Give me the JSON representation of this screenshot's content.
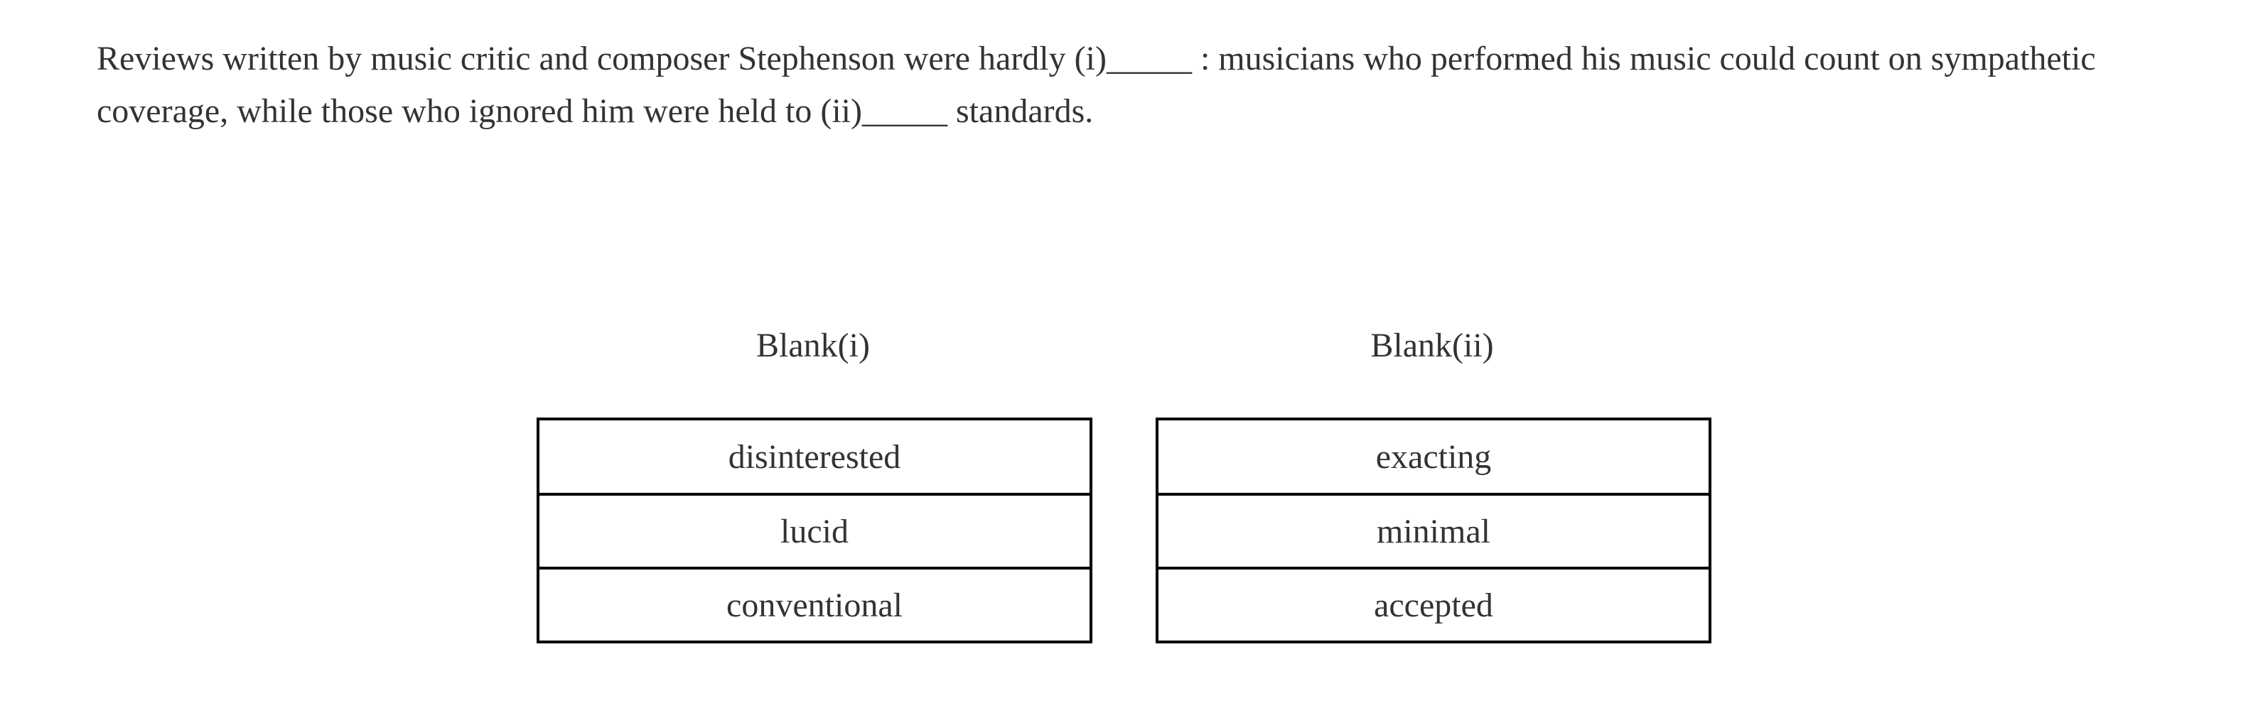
{
  "question": {
    "line1_part1": "Reviews written by music critic and composer Stephenson were hardly (i)",
    "blank1": "_____",
    "line1_part2": " : musicians who performed his music could count on sympathetic coverage, while those who ignored him were held to (ii)",
    "blank2": "_____",
    "line2_part3": " standards."
  },
  "blanks": [
    {
      "label": "Blank(i)",
      "options": [
        "disinterested",
        "lucid",
        "conventional"
      ]
    },
    {
      "label": "Blank(ii)",
      "options": [
        "exacting",
        "minimal",
        "accepted"
      ]
    }
  ],
  "colors": {
    "text": "#333333",
    "border": "#000000",
    "background": "#ffffff"
  }
}
